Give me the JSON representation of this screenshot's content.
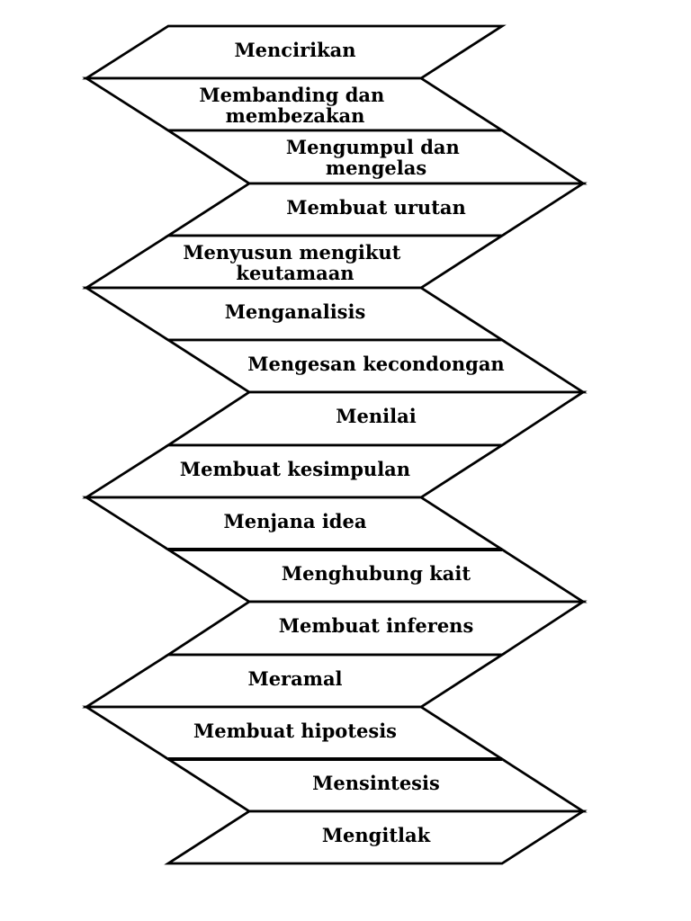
{
  "page": {
    "background_color": "#ffffff",
    "ink_color": "#000000"
  },
  "diagram": {
    "description": "Zigzag folded-ribbon list of thinking skills (Kemahiran Berfikir)",
    "bands": [
      {
        "label": "Mencirikan",
        "lines": [
          "Mencirikan"
        ]
      },
      {
        "label": "Membanding dan membezakan",
        "lines": [
          "Membanding dan",
          "membezakan"
        ]
      },
      {
        "label": "Mengumpul dan mengelas",
        "lines": [
          "Mengumpul dan",
          "mengelas"
        ]
      },
      {
        "label": "Membuat urutan",
        "lines": [
          "Membuat urutan"
        ]
      },
      {
        "label": "Menyusun mengikut keutamaan",
        "lines": [
          "Menyusun mengikut",
          "keutamaan"
        ]
      },
      {
        "label": "Menganalisis",
        "lines": [
          "Menganalisis"
        ]
      },
      {
        "label": "Mengesan kecondongan",
        "lines": [
          "Mengesan kecondongan"
        ]
      },
      {
        "label": "Menilai",
        "lines": [
          "Menilai"
        ]
      },
      {
        "label": "Membuat kesimpulan",
        "lines": [
          "Membuat kesimpulan"
        ]
      },
      {
        "label": "Menjana idea",
        "lines": [
          "Menjana idea"
        ]
      },
      {
        "label": "Menghubung kait",
        "lines": [
          "Menghubung kait"
        ]
      },
      {
        "label": "Membuat inferens",
        "lines": [
          "Membuat inferens"
        ]
      },
      {
        "label": "Meramal",
        "lines": [
          "Meramal"
        ]
      },
      {
        "label": "Membuat hipotesis",
        "lines": [
          "Membuat hipotesis"
        ]
      },
      {
        "label": "Mensintesis",
        "lines": [
          "Mensintesis"
        ]
      },
      {
        "label": "Mengitlak",
        "lines": [
          "Mengitlak"
        ]
      }
    ]
  }
}
